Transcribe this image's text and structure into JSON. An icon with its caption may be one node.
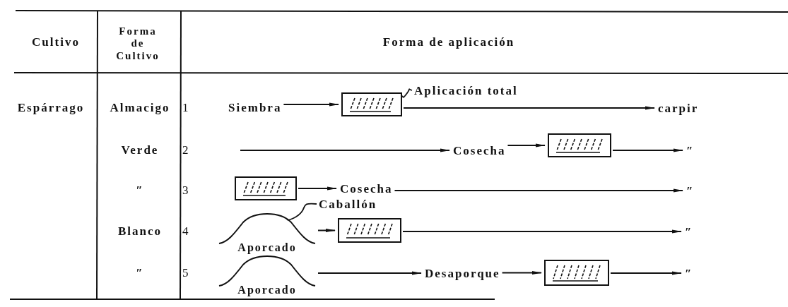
{
  "diagram": {
    "nodes": [
      {
        "text": [
          "Siembra"
        ]
      },
      {
        "text": [],
        "shape": "box"
      },
      {
        "text": [
          "Aplicación total"
        ]
      },
      {
        "text": [
          "carpir"
        ]
      },
      {
        "text": [
          "Cosecha"
        ]
      },
      {
        "text": [],
        "shape": "box"
      },
      {
        "text": [
          "″"
        ]
      },
      {
        "text": [],
        "shape": "box"
      },
      {
        "text": [
          "Cosecha"
        ]
      },
      {
        "text": [
          "″"
        ]
      },
      {
        "text": [
          "Aporcado"
        ]
      },
      {
        "text": [
          "Caballón"
        ]
      },
      {
        "text": [],
        "shape": "box"
      },
      {
        "text": [
          "″"
        ]
      },
      {
        "text": [
          "Aporcado"
        ]
      },
      {
        "text": [
          "Desaporque"
        ]
      },
      {
        "text": [],
        "shape": "box"
      },
      {
        "text": [
          "″"
        ]
      }
    ],
    "edges": [
      {
        "from": 0,
        "to": 1,
        "arrow": "to"
      },
      {
        "from": 1,
        "to": 3,
        "arrow": "to"
      },
      {
        "from": 2,
        "to": 1,
        "arrow": "none"
      },
      {
        "from": null,
        "to": 4,
        "arrow": "to"
      },
      {
        "from": 4,
        "to": 5,
        "arrow": "to"
      },
      {
        "from": 5,
        "to": 6,
        "arrow": "to"
      },
      {
        "from": 7,
        "to": 8,
        "arrow": "to"
      },
      {
        "from": 8,
        "to": 9,
        "arrow": "to"
      },
      {
        "from": 11,
        "to": 10,
        "arrow": "none"
      },
      {
        "from": 10,
        "to": 12,
        "arrow": "to"
      },
      {
        "from": 12,
        "to": 13,
        "arrow": "to"
      },
      {
        "from": 14,
        "to": 15,
        "arrow": "to"
      },
      {
        "from": 15,
        "to": 16,
        "arrow": "to"
      },
      {
        "from": 16,
        "to": 17,
        "arrow": "to"
      }
    ],
    "labels": [
      "Cultivo",
      "Forma de Cultivo",
      "Forma de aplicación",
      "Espárrago",
      "Almacigo",
      "1",
      "Verde",
      "2",
      "″",
      "3",
      "Blanco",
      "4",
      "″",
      "5"
    ]
  }
}
